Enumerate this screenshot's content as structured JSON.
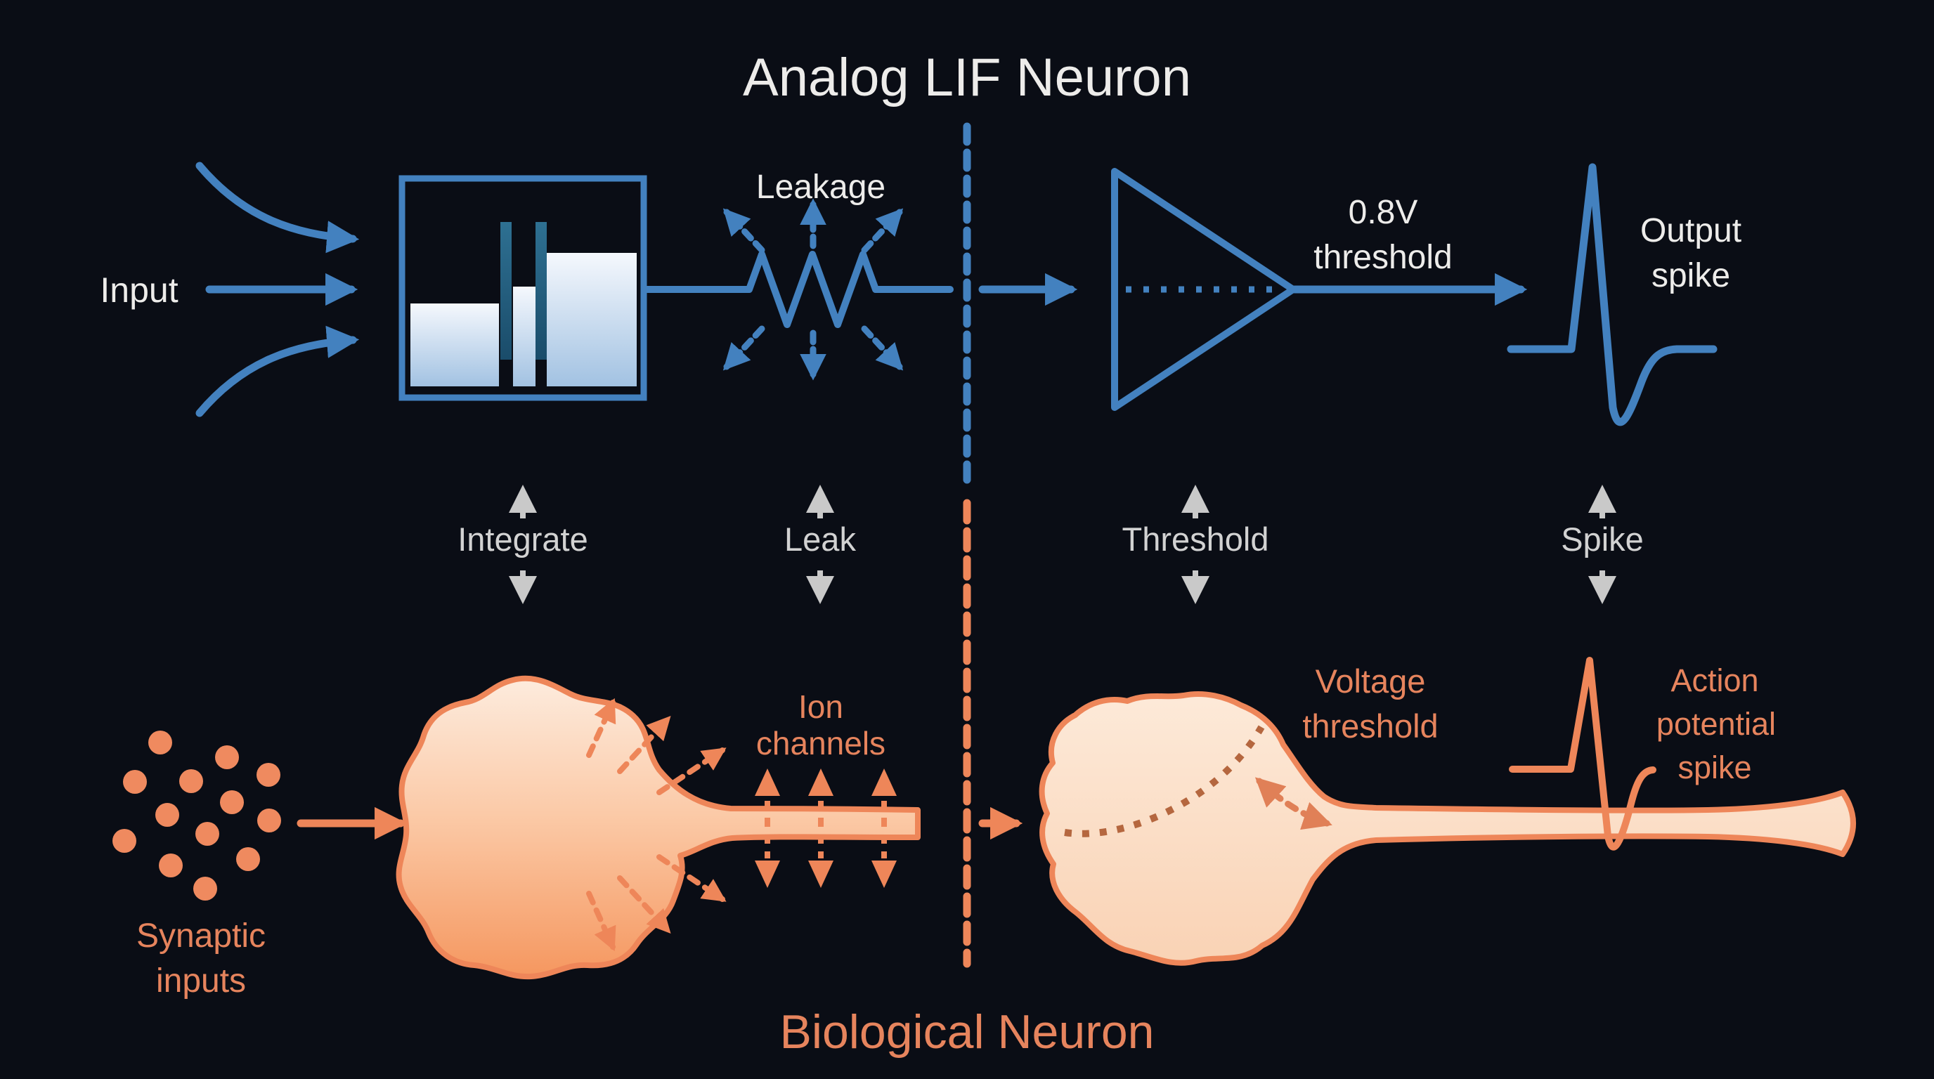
{
  "title": "Analog LIF Neuron",
  "footer_title": "Biological Neuron",
  "colors": {
    "background": "#0a0d15",
    "blue": "#4381bf",
    "orange": "#ee8659",
    "gray_arrow": "#c9c9c9",
    "white_text": "#edecea",
    "dotted_arc": "#b5673f"
  },
  "analog_row": {
    "input_label": "Input",
    "leakage_label": "Leakage",
    "threshold_value_line1": "0.8V",
    "threshold_value_line2": "threshold",
    "output_label_line1": "Output",
    "output_label_line2": "spike"
  },
  "mapping_row": {
    "items": [
      {
        "label": "Integrate"
      },
      {
        "label": "Leak"
      },
      {
        "label": "Threshold"
      },
      {
        "label": "Spike"
      }
    ]
  },
  "bio_row": {
    "synaptic_label_line1": "Synaptic",
    "synaptic_label_line2": "inputs",
    "ion_label_line1": "Ion",
    "ion_label_line2": "channels",
    "voltage_label_line1": "Voltage",
    "voltage_label_line2": "threshold",
    "action_label_line1": "Action",
    "action_label_line2": "potential",
    "action_label_line3": "spike"
  }
}
